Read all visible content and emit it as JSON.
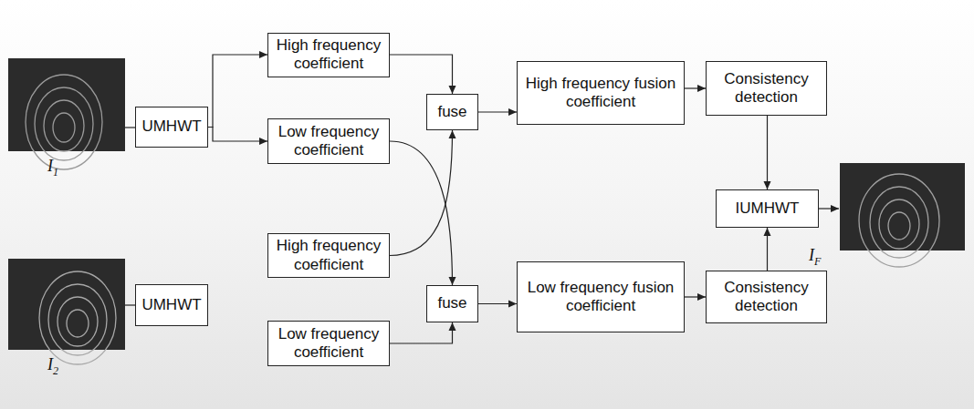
{
  "diagram": {
    "nodes": [
      {
        "text": [
          "UMHWT"
        ]
      },
      {
        "text": [
          "High frequency coefficient"
        ]
      },
      {
        "text": [
          "Low frequency coefficient"
        ]
      },
      {
        "text": [
          "fuse"
        ]
      },
      {
        "text": [
          "High frequency fusion coefficient"
        ]
      },
      {
        "text": [
          "Consistency detection"
        ]
      },
      {
        "text": [
          "UMHWT"
        ]
      },
      {
        "text": [
          "High frequency coefficient"
        ]
      },
      {
        "text": [
          "Low frequency coefficient"
        ]
      },
      {
        "text": [
          "fuse"
        ]
      },
      {
        "text": [
          "Low frequency fusion coefficient"
        ]
      },
      {
        "text": [
          "Consistency detection"
        ]
      },
      {
        "text": [
          "IUMHWT"
        ]
      }
    ],
    "edges": [
      {
        "from": 0,
        "to": 1,
        "arrow": "to"
      },
      {
        "from": 0,
        "to": 2,
        "arrow": "to"
      },
      {
        "from": 1,
        "to": 3,
        "arrow": "to"
      },
      {
        "from": 7,
        "to": 3,
        "arrow": "to"
      },
      {
        "from": 2,
        "to": 9,
        "arrow": "to"
      },
      {
        "from": 8,
        "to": 9,
        "arrow": "to"
      },
      {
        "from": 3,
        "to": 4,
        "arrow": "to"
      },
      {
        "from": 9,
        "to": 10,
        "arrow": "to"
      },
      {
        "from": 4,
        "to": 5,
        "arrow": "to"
      },
      {
        "from": 10,
        "to": 11,
        "arrow": "to"
      },
      {
        "from": 5,
        "to": 12,
        "arrow": "to"
      },
      {
        "from": 11,
        "to": 12,
        "arrow": "to"
      }
    ],
    "labels": [
      "I1",
      "I2",
      "IF"
    ]
  }
}
